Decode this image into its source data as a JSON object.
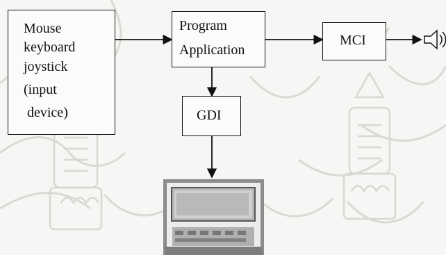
{
  "diagram": {
    "input_box": {
      "lines": [
        "Mouse",
        "keyboard",
        "joystick",
        "(input",
        "device)"
      ]
    },
    "program_box": {
      "lines": [
        "Program",
        "Application"
      ]
    },
    "mci_box": {
      "label": "MCI"
    },
    "gdi_box": {
      "label": "GDI"
    },
    "icons": {
      "speaker": "speaker-icon",
      "monitor": "monitor-image"
    },
    "colors": {
      "line": "#111111",
      "watermark": "#d9d9d6",
      "paper": "#f6f6f4"
    }
  }
}
